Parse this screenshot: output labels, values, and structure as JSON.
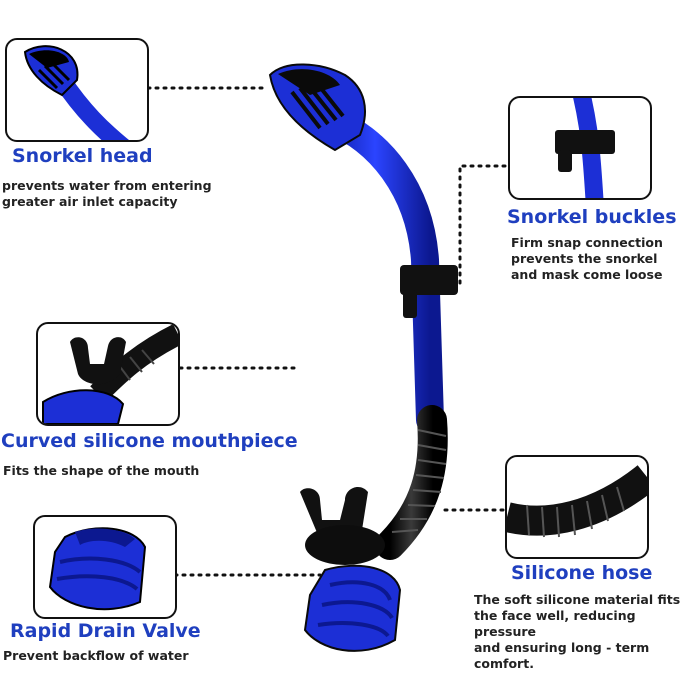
{
  "colors": {
    "accent": "#1f3fbf",
    "tube_blue": "#1c2fd6",
    "black": "#111111"
  },
  "features": {
    "snorkel_head": {
      "title": "Snorkel head",
      "desc_lines": [
        "prevents water from entering",
        "greater air inlet capacity"
      ]
    },
    "snorkel_buckles": {
      "title": "Snorkel buckles",
      "desc_lines": [
        "Firm snap connection",
        "prevents the snorkel",
        "and mask come loose"
      ]
    },
    "mouthpiece": {
      "title": "Curved silicone mouthpiece",
      "desc_lines": [
        "Fits the shape of the mouth"
      ]
    },
    "silicone_hose": {
      "title": "Silicone hose",
      "desc_lines": [
        "The soft silicone material fits",
        "the face well, reducing pressure",
        "and ensuring long - term",
        "comfort."
      ]
    },
    "drain_valve": {
      "title": "Rapid Drain Valve",
      "desc_lines": [
        "Prevent backflow of water"
      ]
    }
  }
}
